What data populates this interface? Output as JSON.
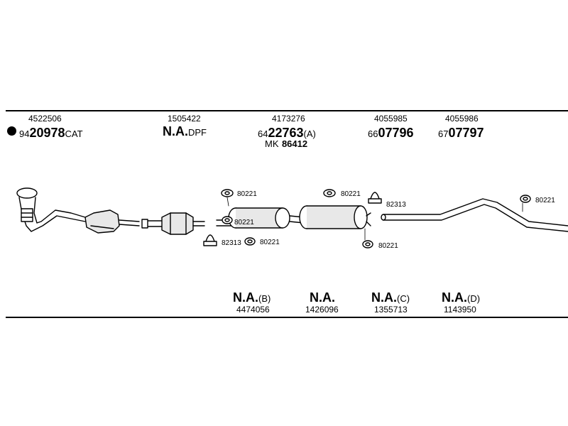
{
  "top_row": [
    {
      "ref": "4522506",
      "prefix": "94",
      "code": "20978",
      "suffix": "CAT"
    },
    {
      "ref": "1505422",
      "prefix": "",
      "code": "N.A.",
      "suffix": "DPF"
    },
    {
      "ref": "4173276",
      "prefix": "64",
      "code": "22763",
      "suffix": "(A)",
      "extra_prefix": "MK",
      "extra_code": "86412"
    },
    {
      "ref": "4055985",
      "prefix": "66",
      "code": "07796",
      "suffix": ""
    },
    {
      "ref": "4055986",
      "prefix": "67",
      "code": "07797",
      "suffix": ""
    }
  ],
  "callouts": [
    "80221",
    "80221",
    "82313",
    "82313",
    "80221",
    "80221",
    "80221",
    "80221"
  ],
  "bottom_row": [
    {
      "code": "N.A.",
      "suffix": "(B)",
      "ref": "4474056"
    },
    {
      "code": "N.A.",
      "suffix": "",
      "ref": "1426096"
    },
    {
      "code": "N.A.",
      "suffix": "(C)",
      "ref": "1355713"
    },
    {
      "code": "N.A.",
      "suffix": "(D)",
      "ref": "1143950"
    }
  ]
}
